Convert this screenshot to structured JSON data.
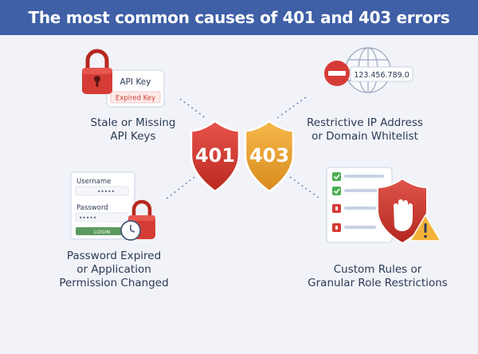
{
  "header": {
    "title": "The most common causes of 401 and 403 errors"
  },
  "center": {
    "badge_401": "401",
    "badge_403": "403"
  },
  "causes": {
    "api_keys": {
      "card_title": "API Key",
      "card_tag": "Expired Key",
      "caption_line1": "Stale or Missing",
      "caption_line2": "API Keys"
    },
    "ip_whitelist": {
      "ip_text": "123.456.789.0",
      "caption_line1": "Restrictive IP Address",
      "caption_line2": "or Domain Whitelist"
    },
    "password": {
      "username_label": "Username",
      "password_label": "Password",
      "username_dots": "•••••",
      "password_dots": "•••••",
      "login_label": "LOGIN",
      "caption_line1": "Password Expired",
      "caption_line2": "or Application",
      "caption_line3": "Permission Changed"
    },
    "custom_rules": {
      "caption_line1": "Custom Rules or",
      "caption_line2": "Granular Role Restrictions"
    }
  },
  "colors": {
    "header_bg": "#3f5fa6",
    "badge_401": "#d63c36",
    "badge_403": "#eea43a",
    "lock_red": "#d63c36",
    "check_green": "#4caf50"
  }
}
